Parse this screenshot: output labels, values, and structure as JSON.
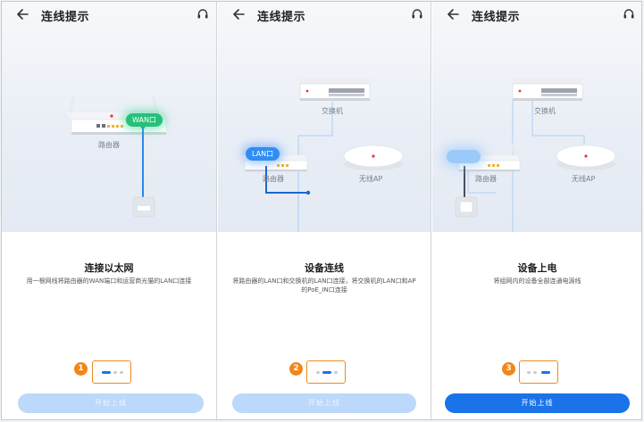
{
  "panels": [
    {
      "title": "连线提示",
      "device_labels": {
        "router": "路由器"
      },
      "port_label": "WAN口",
      "step": {
        "heading": "连接以太网",
        "description": "用一根网线将路由器的WAN端口和运营商光猫的LAN口连接"
      },
      "step_badge": "1",
      "active_dot": 0,
      "button": {
        "label": "开始上线",
        "enabled": false
      }
    },
    {
      "title": "连线提示",
      "device_labels": {
        "switch": "交换机",
        "router": "路由器",
        "ap": "无线AP"
      },
      "port_label": "LAN口",
      "step": {
        "heading": "设备连线",
        "description": "将路由器的LAN口和交换机的LAN口连接，将交换机的LAN口和AP的PoE_IN口连接"
      },
      "step_badge": "2",
      "active_dot": 1,
      "button": {
        "label": "开始上线",
        "enabled": false
      }
    },
    {
      "title": "连线提示",
      "device_labels": {
        "switch": "交换机",
        "router": "路由器",
        "ap": "无线AP"
      },
      "step": {
        "heading": "设备上电",
        "description": "将组网内的设备全部连通电源线"
      },
      "step_badge": "3",
      "active_dot": 2,
      "button": {
        "label": "开始上线",
        "enabled": true
      }
    }
  ],
  "icons": {
    "back": "arrow-left-icon",
    "help": "headset-icon",
    "router": "router-icon",
    "switch": "switch-icon",
    "ap": "wireless-ap-icon",
    "modem": "optical-modem-icon",
    "power": "power-adapter-icon"
  },
  "colors": {
    "accent": "#1a73e8",
    "wan_green": "#27c07a",
    "annotation_orange": "#f0871c",
    "disabled_button": "#bcd8fa"
  }
}
